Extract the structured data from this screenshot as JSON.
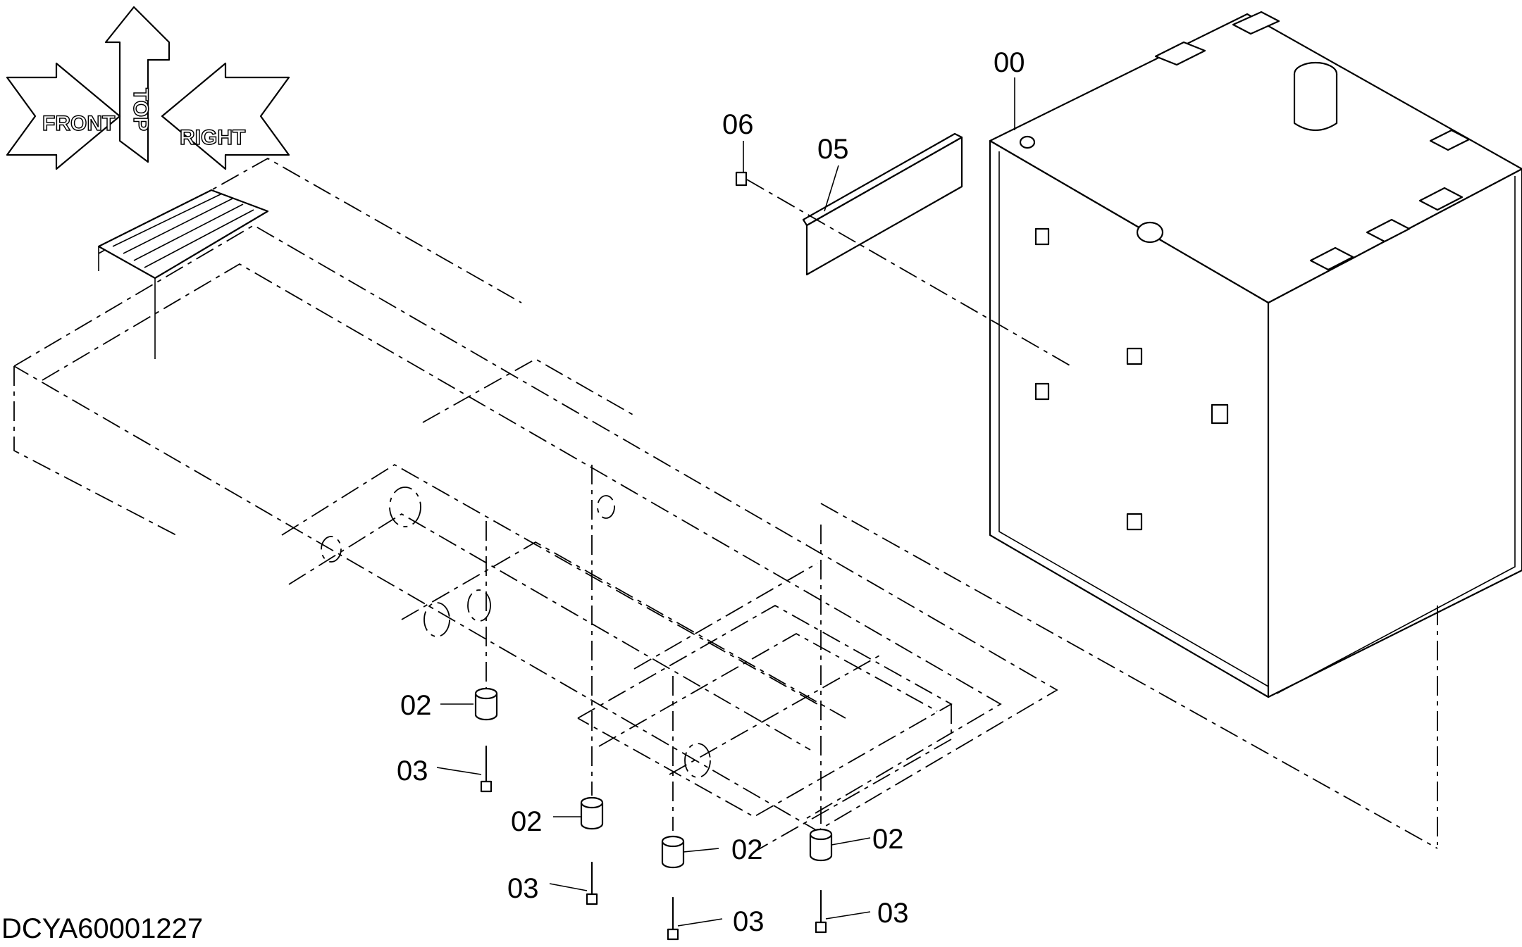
{
  "diagram": {
    "orientation": {
      "front": "FRONT",
      "top": "TOP",
      "right": "RIGHT"
    },
    "part_labels": {
      "tank": "00",
      "spacer": "02",
      "bolt": "03",
      "bracket": "05",
      "screw": "06"
    },
    "drawing_code": "DCYA60001227"
  }
}
